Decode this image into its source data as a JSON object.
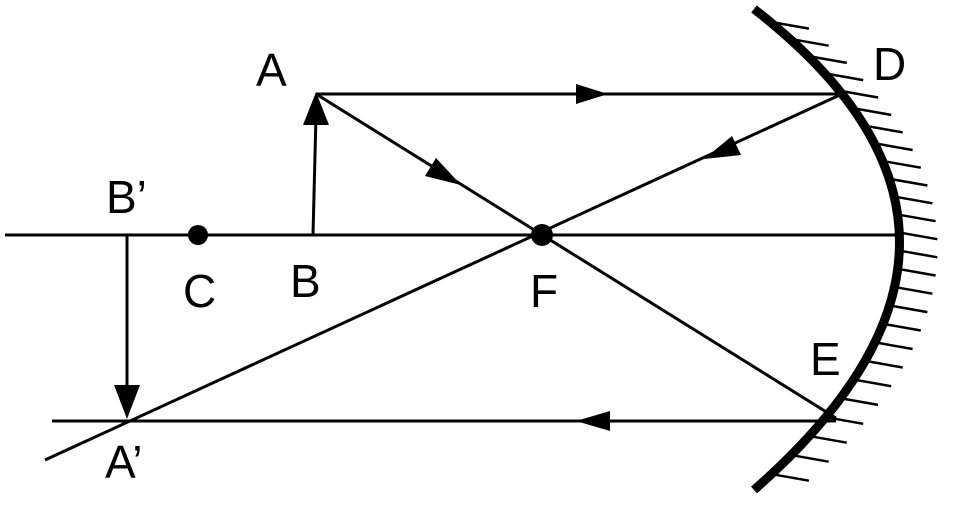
{
  "colors": {
    "ink": "#000000",
    "background": "#ffffff"
  },
  "labels": {
    "A": "A",
    "B": "B",
    "C": "C",
    "F": "F",
    "D": "D",
    "E": "E",
    "B_prime": "B’",
    "A_prime": "A’"
  }
}
